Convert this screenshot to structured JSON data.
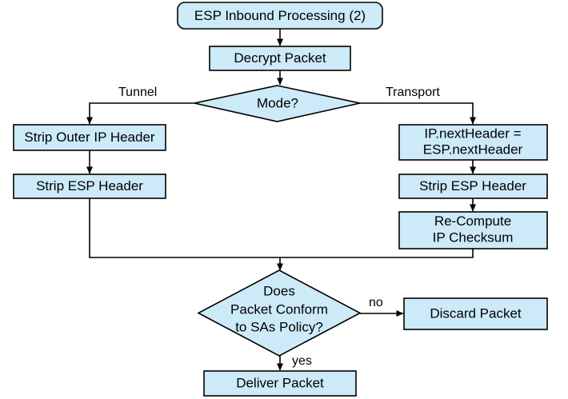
{
  "diagram": {
    "title": "ESP Inbound Processing (2)",
    "accent_fill": "#cceaf8",
    "stroke_color": "#000000",
    "background": "#ffffff",
    "nodes": {
      "start": {
        "label": "ESP Inbound Processing (2)",
        "shape": "rounded-rectangle"
      },
      "decrypt": {
        "label": "Decrypt Packet",
        "shape": "rectangle"
      },
      "mode": {
        "label": "Mode?",
        "shape": "diamond"
      },
      "strip_outer_ip": {
        "label": "Strip Outer IP Header",
        "shape": "rectangle"
      },
      "strip_esp_left": {
        "label": "Strip ESP Header",
        "shape": "rectangle"
      },
      "next_header": {
        "label_line1": "IP.nextHeader =",
        "label_line2": "ESP.nextHeader",
        "shape": "rectangle"
      },
      "strip_esp_right": {
        "label": "Strip ESP Header",
        "shape": "rectangle"
      },
      "recompute": {
        "label_line1": "Re-Compute",
        "label_line2": "IP Checksum",
        "shape": "rectangle"
      },
      "conform": {
        "label_line1": "Does",
        "label_line2": "Packet Conform",
        "label_line3": "to SAs Policy?",
        "shape": "diamond"
      },
      "discard": {
        "label": "Discard Packet",
        "shape": "rectangle"
      },
      "deliver": {
        "label": "Deliver Packet",
        "shape": "rectangle"
      }
    },
    "edge_labels": {
      "tunnel": "Tunnel",
      "transport": "Transport",
      "no": "no",
      "yes": "yes"
    }
  }
}
